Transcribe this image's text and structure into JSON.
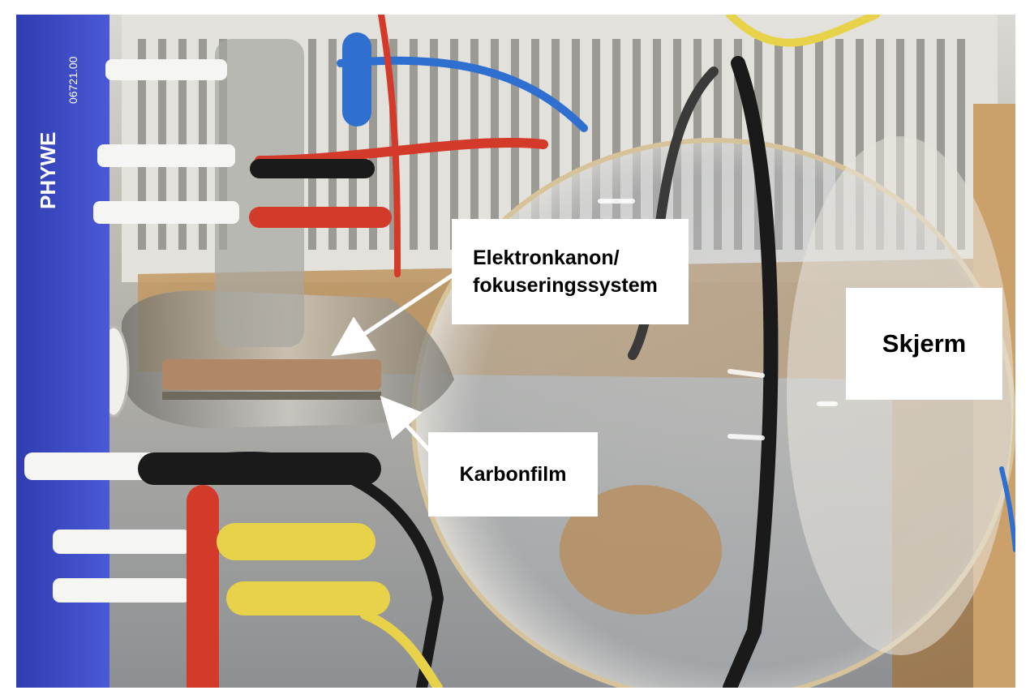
{
  "photo": {
    "subject": "glass electron tube with electron gun, carbon film and screen, mounted on a stand with cables",
    "brand_text": "PHYWE",
    "model_text": "06721.00"
  },
  "labels": {
    "gun": "Elektronkanon/\nfokuseringssystem",
    "film": "Karbonfilm",
    "screen": "Skjerm"
  },
  "colors": {
    "stand_blue": "#3a49c4",
    "cable_red": "#d43a2a",
    "cable_black": "#1a1a1a",
    "cable_yellow": "#e8d24a",
    "cable_blue": "#2f6fd0",
    "arrow": "#ffffff"
  }
}
